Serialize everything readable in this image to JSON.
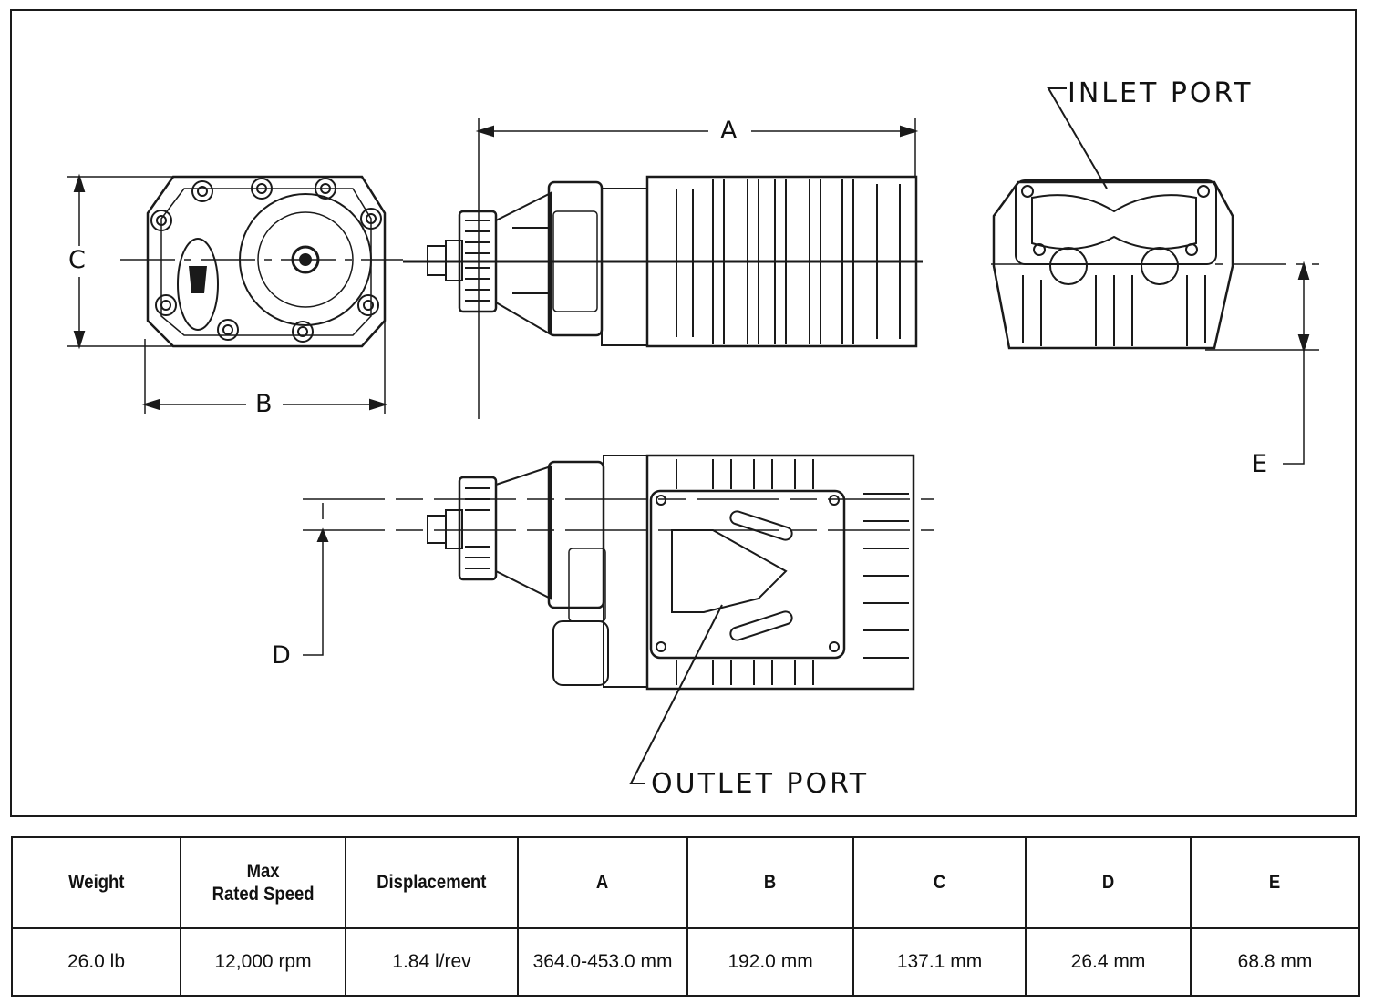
{
  "callouts": {
    "inlet_port": "INLET PORT",
    "outlet_port": "OUTLET PORT"
  },
  "dimension_labels": {
    "a": "A",
    "b": "B",
    "c": "C",
    "d": "D",
    "e": "E"
  },
  "spec_table": {
    "headers": [
      "Weight",
      "Max\nRated Speed",
      "Displacement",
      "A",
      "B",
      "C",
      "D",
      "E"
    ],
    "values": [
      "26.0 lb",
      "12,000 rpm",
      "1.84 l/rev",
      "364.0-453.0 mm",
      "192.0 mm",
      "137.1 mm",
      "26.4 mm",
      "68.8 mm"
    ]
  },
  "colors": {
    "line": "#1a1a1a",
    "background": "#ffffff"
  }
}
